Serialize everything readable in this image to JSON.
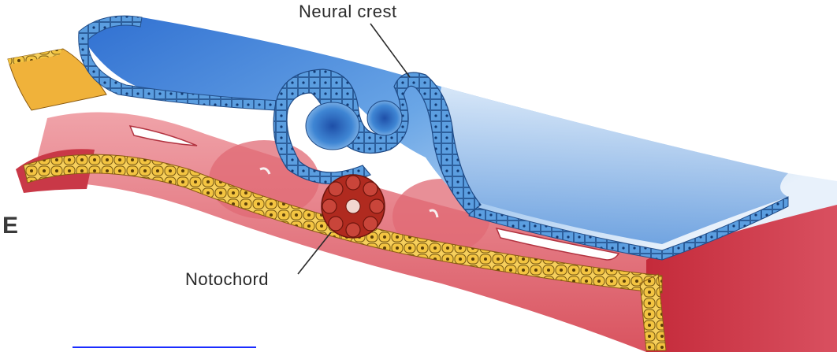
{
  "labels": {
    "neural_crest": "Neural crest",
    "notochord": "Notochord",
    "panel_letter": "E"
  },
  "colors": {
    "ectoderm_blue": "#4a8fd6",
    "ectoderm_light": "#cfe3f7",
    "mesoderm_pink": "#e8858e",
    "mesoderm_dark": "#c0333f",
    "endoderm_yellow": "#f2c24a",
    "notochord_red": "#b32a20",
    "underline_blue": "#1a2cff"
  }
}
